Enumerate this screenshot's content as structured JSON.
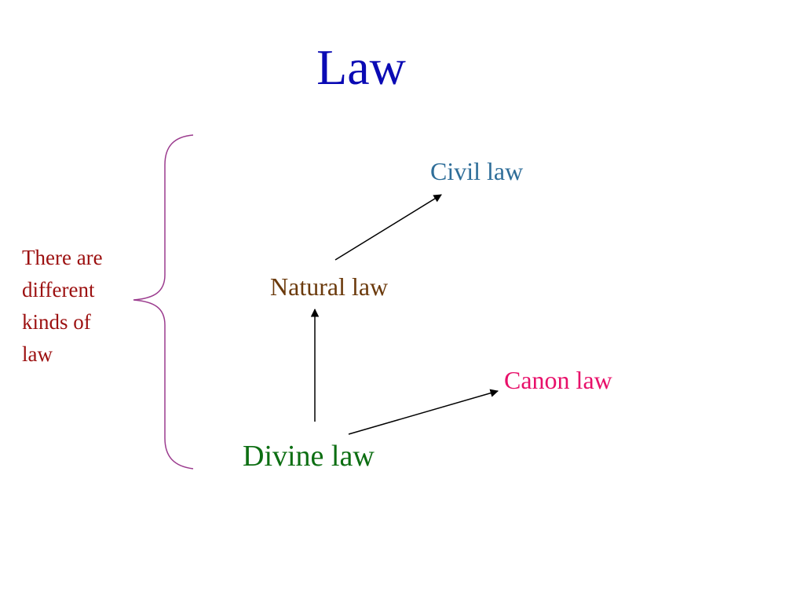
{
  "slide": {
    "title": "Law",
    "side_note_lines": [
      "There are",
      "different",
      "kinds of",
      "law"
    ],
    "nodes": {
      "civil": "Civil law",
      "natural": "Natural law",
      "canon": "Canon law",
      "divine": "Divine law"
    },
    "edges": [
      {
        "from": "divine",
        "to": "natural"
      },
      {
        "from": "natural",
        "to": "civil"
      },
      {
        "from": "divine",
        "to": "canon"
      }
    ],
    "colors": {
      "title": "#0a0ab4",
      "side_note": "#9c1010",
      "brace": "#9b3b8e",
      "civil": "#2f6e99",
      "natural": "#6b3a0c",
      "canon": "#e8106a",
      "divine": "#0c6e12",
      "arrows": "#000000"
    }
  }
}
